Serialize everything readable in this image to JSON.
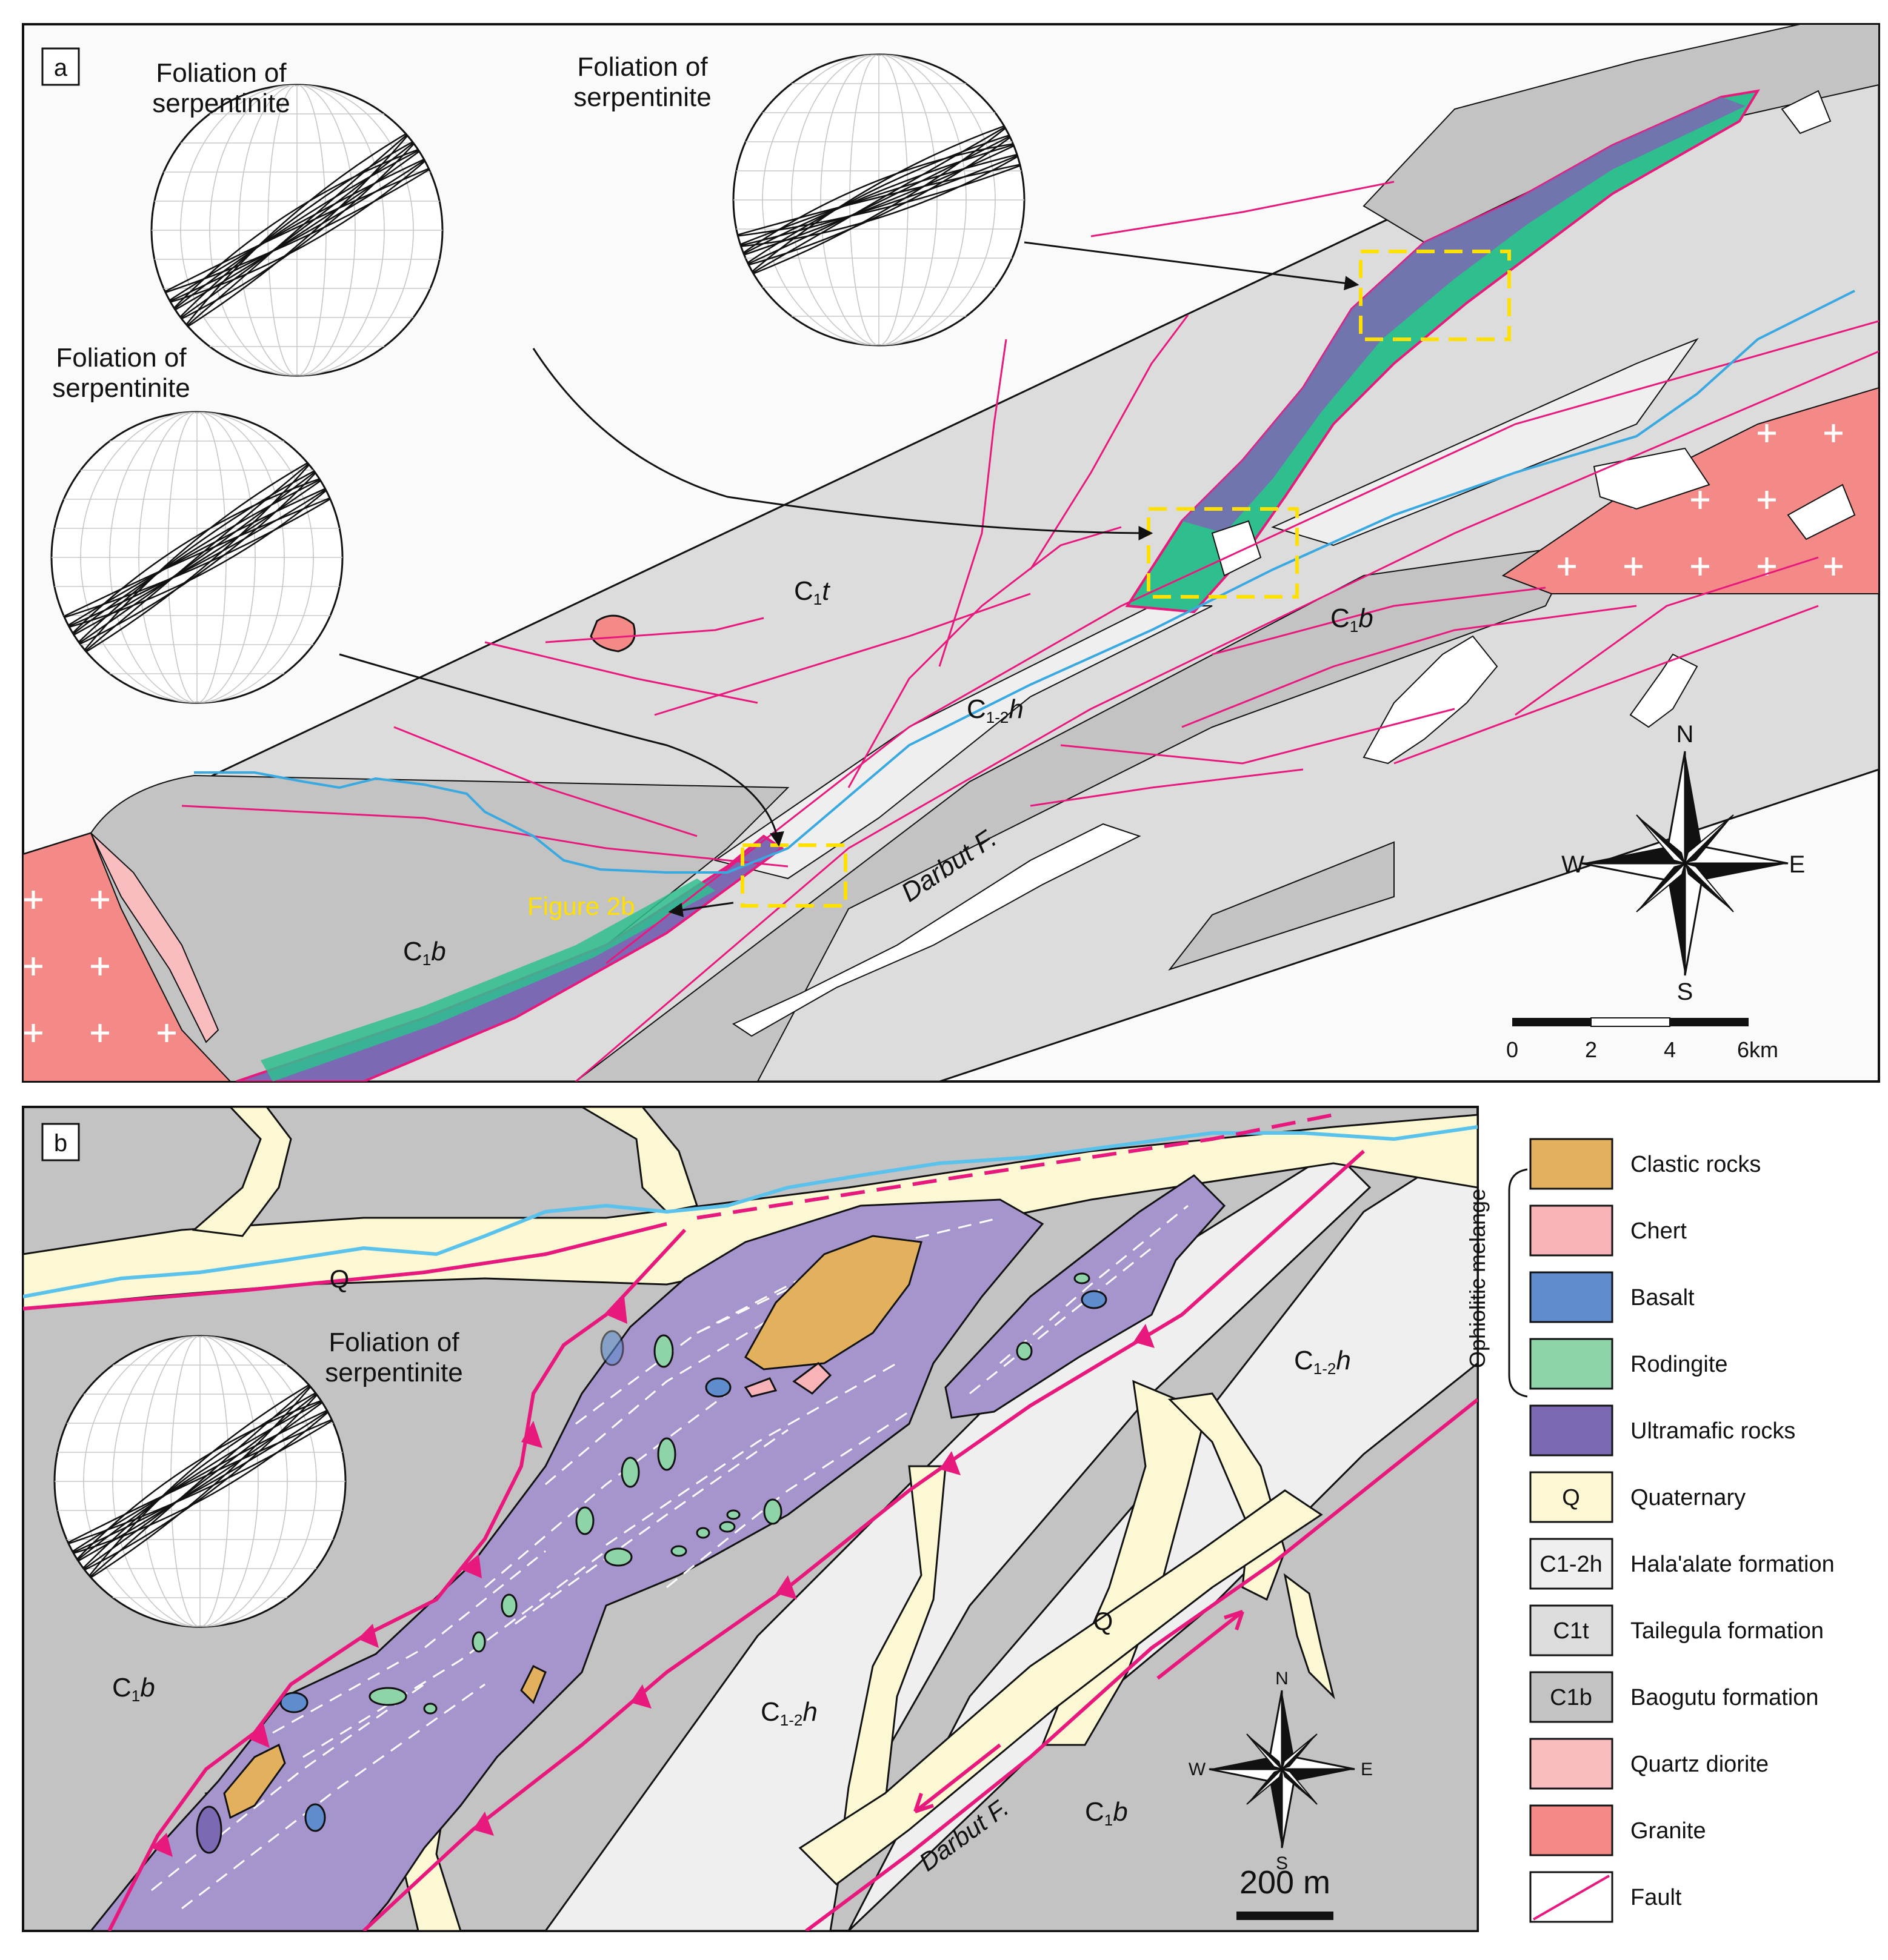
{
  "panel_a": {
    "tag": "a",
    "stereonet_title_line1": "Foliation of",
    "stereonet_title_line2": "serpentinite",
    "unit_c1t_main": "C",
    "unit_c1t_sub": "1",
    "unit_c1t_ital": "t",
    "unit_c1b_main": "C",
    "unit_c1b_sub": "1",
    "unit_c1b_ital": "b",
    "unit_c12h_main": "C",
    "unit_c12h_sub": "1-2",
    "unit_c12h_ital": "h",
    "fault_label": "Darbut F.",
    "inset_label": "Figure 2b",
    "compass": {
      "n": "N",
      "s": "S",
      "e": "E",
      "w": "W"
    },
    "scale_ticks": [
      "0",
      "2",
      "4",
      "6km"
    ]
  },
  "panel_b": {
    "tag": "b",
    "stereonet_title_line1": "Foliation of",
    "stereonet_title_line2": "serpentinite",
    "quaternary_label": "Q",
    "unit_c1b_main": "C",
    "unit_c1b_sub": "1",
    "unit_c1b_ital": "b",
    "unit_c12h_main": "C",
    "unit_c12h_sub": "1-2",
    "unit_c12h_ital": "h",
    "fault_label": "Darbut F.",
    "compass": {
      "n": "N",
      "s": "S",
      "e": "E",
      "w": "W"
    },
    "scale_label": "200 m"
  },
  "legend": {
    "group_label": "Ophiolitic melange",
    "items": [
      {
        "label": "Clastic rocks",
        "color": "#e3b15d",
        "swatch": ""
      },
      {
        "label": "Chert",
        "color": "#f7b3b8",
        "swatch": ""
      },
      {
        "label": "Basalt",
        "color": "#5f8ccc",
        "swatch": ""
      },
      {
        "label": "Rodingite",
        "color": "#8fd4a8",
        "swatch": ""
      },
      {
        "label": "Ultramafic rocks",
        "color": "#7b69b3",
        "swatch": ""
      },
      {
        "label": "Quaternary",
        "color": "#fdf8d4",
        "swatch": "Q"
      },
      {
        "label": "Hala'alate formation",
        "color": "#efefef",
        "swatch": "C1-2h"
      },
      {
        "label": "Tailegula formation",
        "color": "#dcdcdc",
        "swatch": "C1t"
      },
      {
        "label": "Baogutu formation",
        "color": "#c3c3c3",
        "swatch": "C1b"
      },
      {
        "label": "Quartz diorite",
        "color": "#f9bcbf",
        "swatch": ""
      },
      {
        "label": "Granite",
        "color": "#f48a87",
        "swatch": ""
      },
      {
        "label": "Fault",
        "color": "#e8197d",
        "swatch": "fault"
      }
    ]
  },
  "colors": {
    "c1t": "#dcdcdc",
    "c1b": "#c3c3c3",
    "c12h": "#efefef",
    "quaternary": "#fdf8d4",
    "ultramafic": "#7b69b3",
    "ultramafic_light": "#a595cc",
    "rodingite": "#2fbf8f",
    "granite": "#f48a87",
    "quartz_diorite": "#f9bcbf",
    "fault": "#e8197d",
    "river": "#3aa9e0",
    "inset_box": "#ffe000"
  }
}
